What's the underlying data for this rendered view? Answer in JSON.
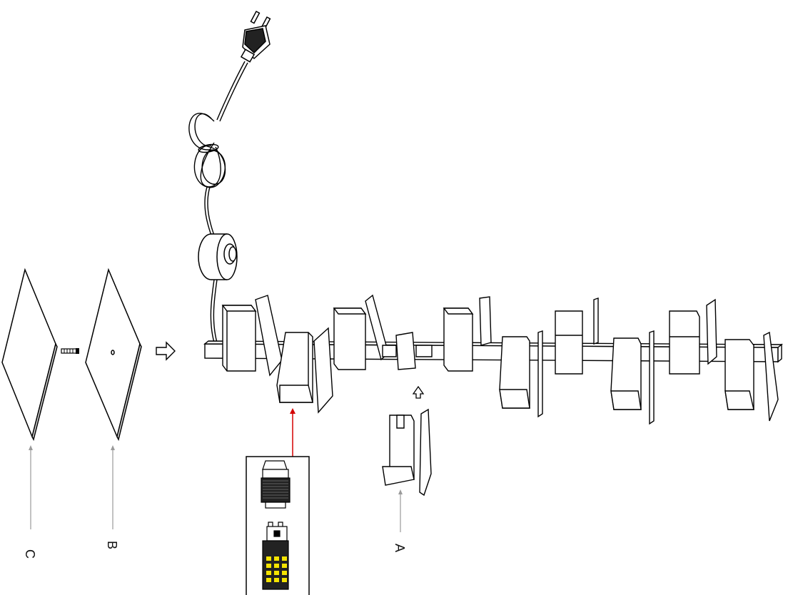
{
  "labels": {
    "a": "A",
    "b": "B",
    "c": "C"
  },
  "colors": {
    "line": "#000000",
    "leader": "#9a9a9a",
    "highlight": "#d40000",
    "bulb": "#f5e400",
    "fill": "#ffffff"
  },
  "icons": [
    "plug-icon",
    "coiled-cord-icon",
    "switch-icon",
    "screw-icon",
    "bulb-socket-icon",
    "led-bulb-icon",
    "direction-arrow-icon"
  ]
}
